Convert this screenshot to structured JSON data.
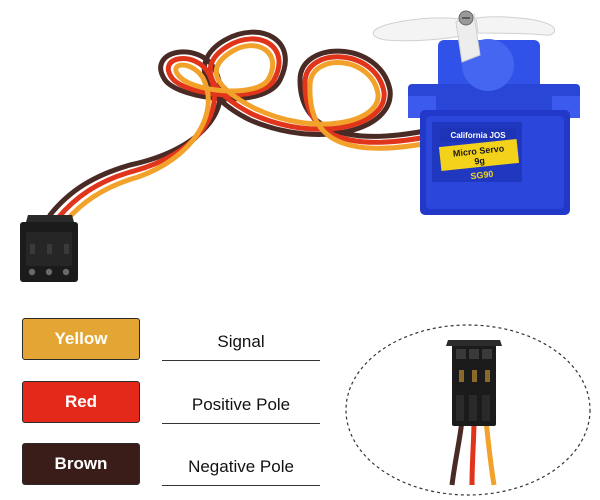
{
  "servo": {
    "brand": "California JOS",
    "model_line1": "Micro Servo",
    "model_line2": "9g",
    "model_code": "SG90"
  },
  "legend": [
    {
      "swatch_label": "Yellow",
      "meaning": "Signal",
      "color": "#E3A533"
    },
    {
      "swatch_label": "Red",
      "meaning": "Positive Pole",
      "color": "#E4291A"
    },
    {
      "swatch_label": "Brown",
      "meaning": "Negative Pole",
      "color": "#3A1C18"
    }
  ],
  "colors": {
    "servo_body": "#2138C8",
    "label_yellow": "#F3D21B",
    "wire_brown": "#4A2A24",
    "wire_red": "#E0341B",
    "wire_orange": "#F2A22A",
    "connector": "#1B1B1B"
  }
}
